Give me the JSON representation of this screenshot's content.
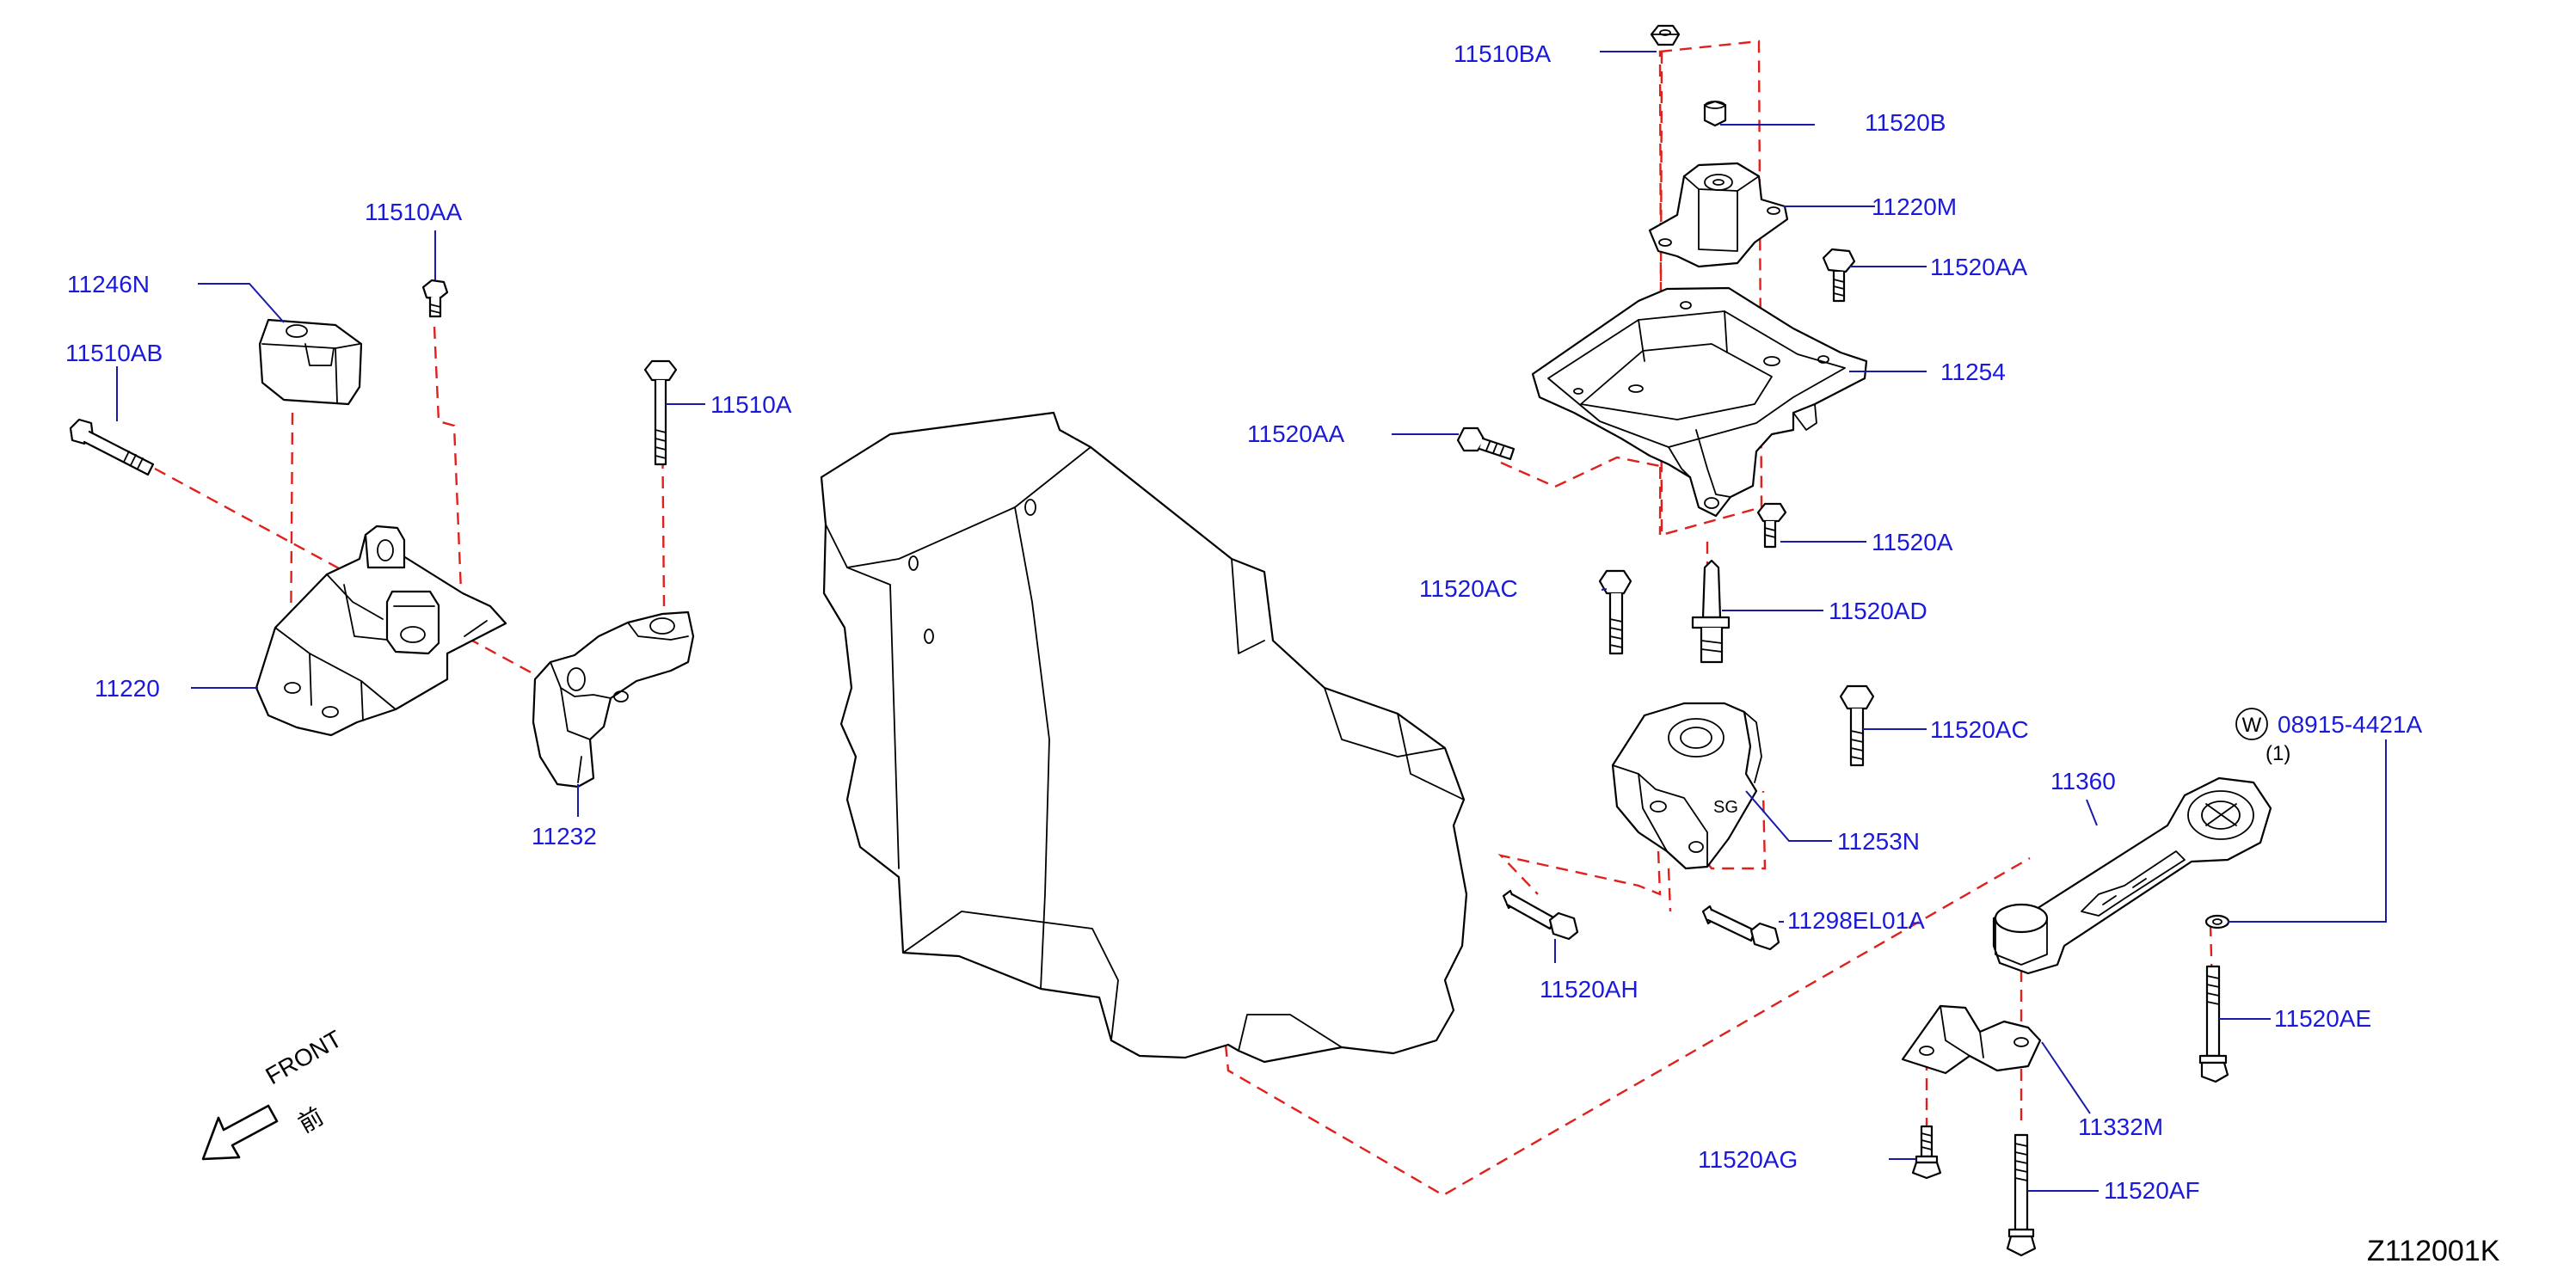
{
  "labels": {
    "p11510BA": "11510BA",
    "p11520B": "11520B",
    "p11220M": "11220M",
    "p11520AA_top": "11520AA",
    "p11254": "11254",
    "p11520AA_left": "11520AA",
    "p11520A": "11520A",
    "p11520AC_top": "11520AC",
    "p11520AD": "11520AD",
    "p11520AC_mid": "11520AC",
    "p11253N": "11253N",
    "p11298EL01A": "11298EL01A",
    "p11520AH": "11520AH",
    "p11360": "11360",
    "p08915": "08915-4421A",
    "qty": "(1)",
    "washer_mark": "W",
    "p11520AE": "11520AE",
    "p11332M": "11332M",
    "p11520AG": "11520AG",
    "p11520AF": "11520AF",
    "p11510AA": "11510AA",
    "p11246N": "11246N",
    "p11510AB": "11510AB",
    "p11510A": "11510A",
    "p11220": "11220",
    "p11232": "11232",
    "front": "FRONT",
    "front_kanji": "前",
    "diagram_code": "Z112001K"
  },
  "colors": {
    "label": "#1a1ad8",
    "leader": "#1a1aa8",
    "dashed_line": "#e0201c",
    "parts": "#000000"
  }
}
